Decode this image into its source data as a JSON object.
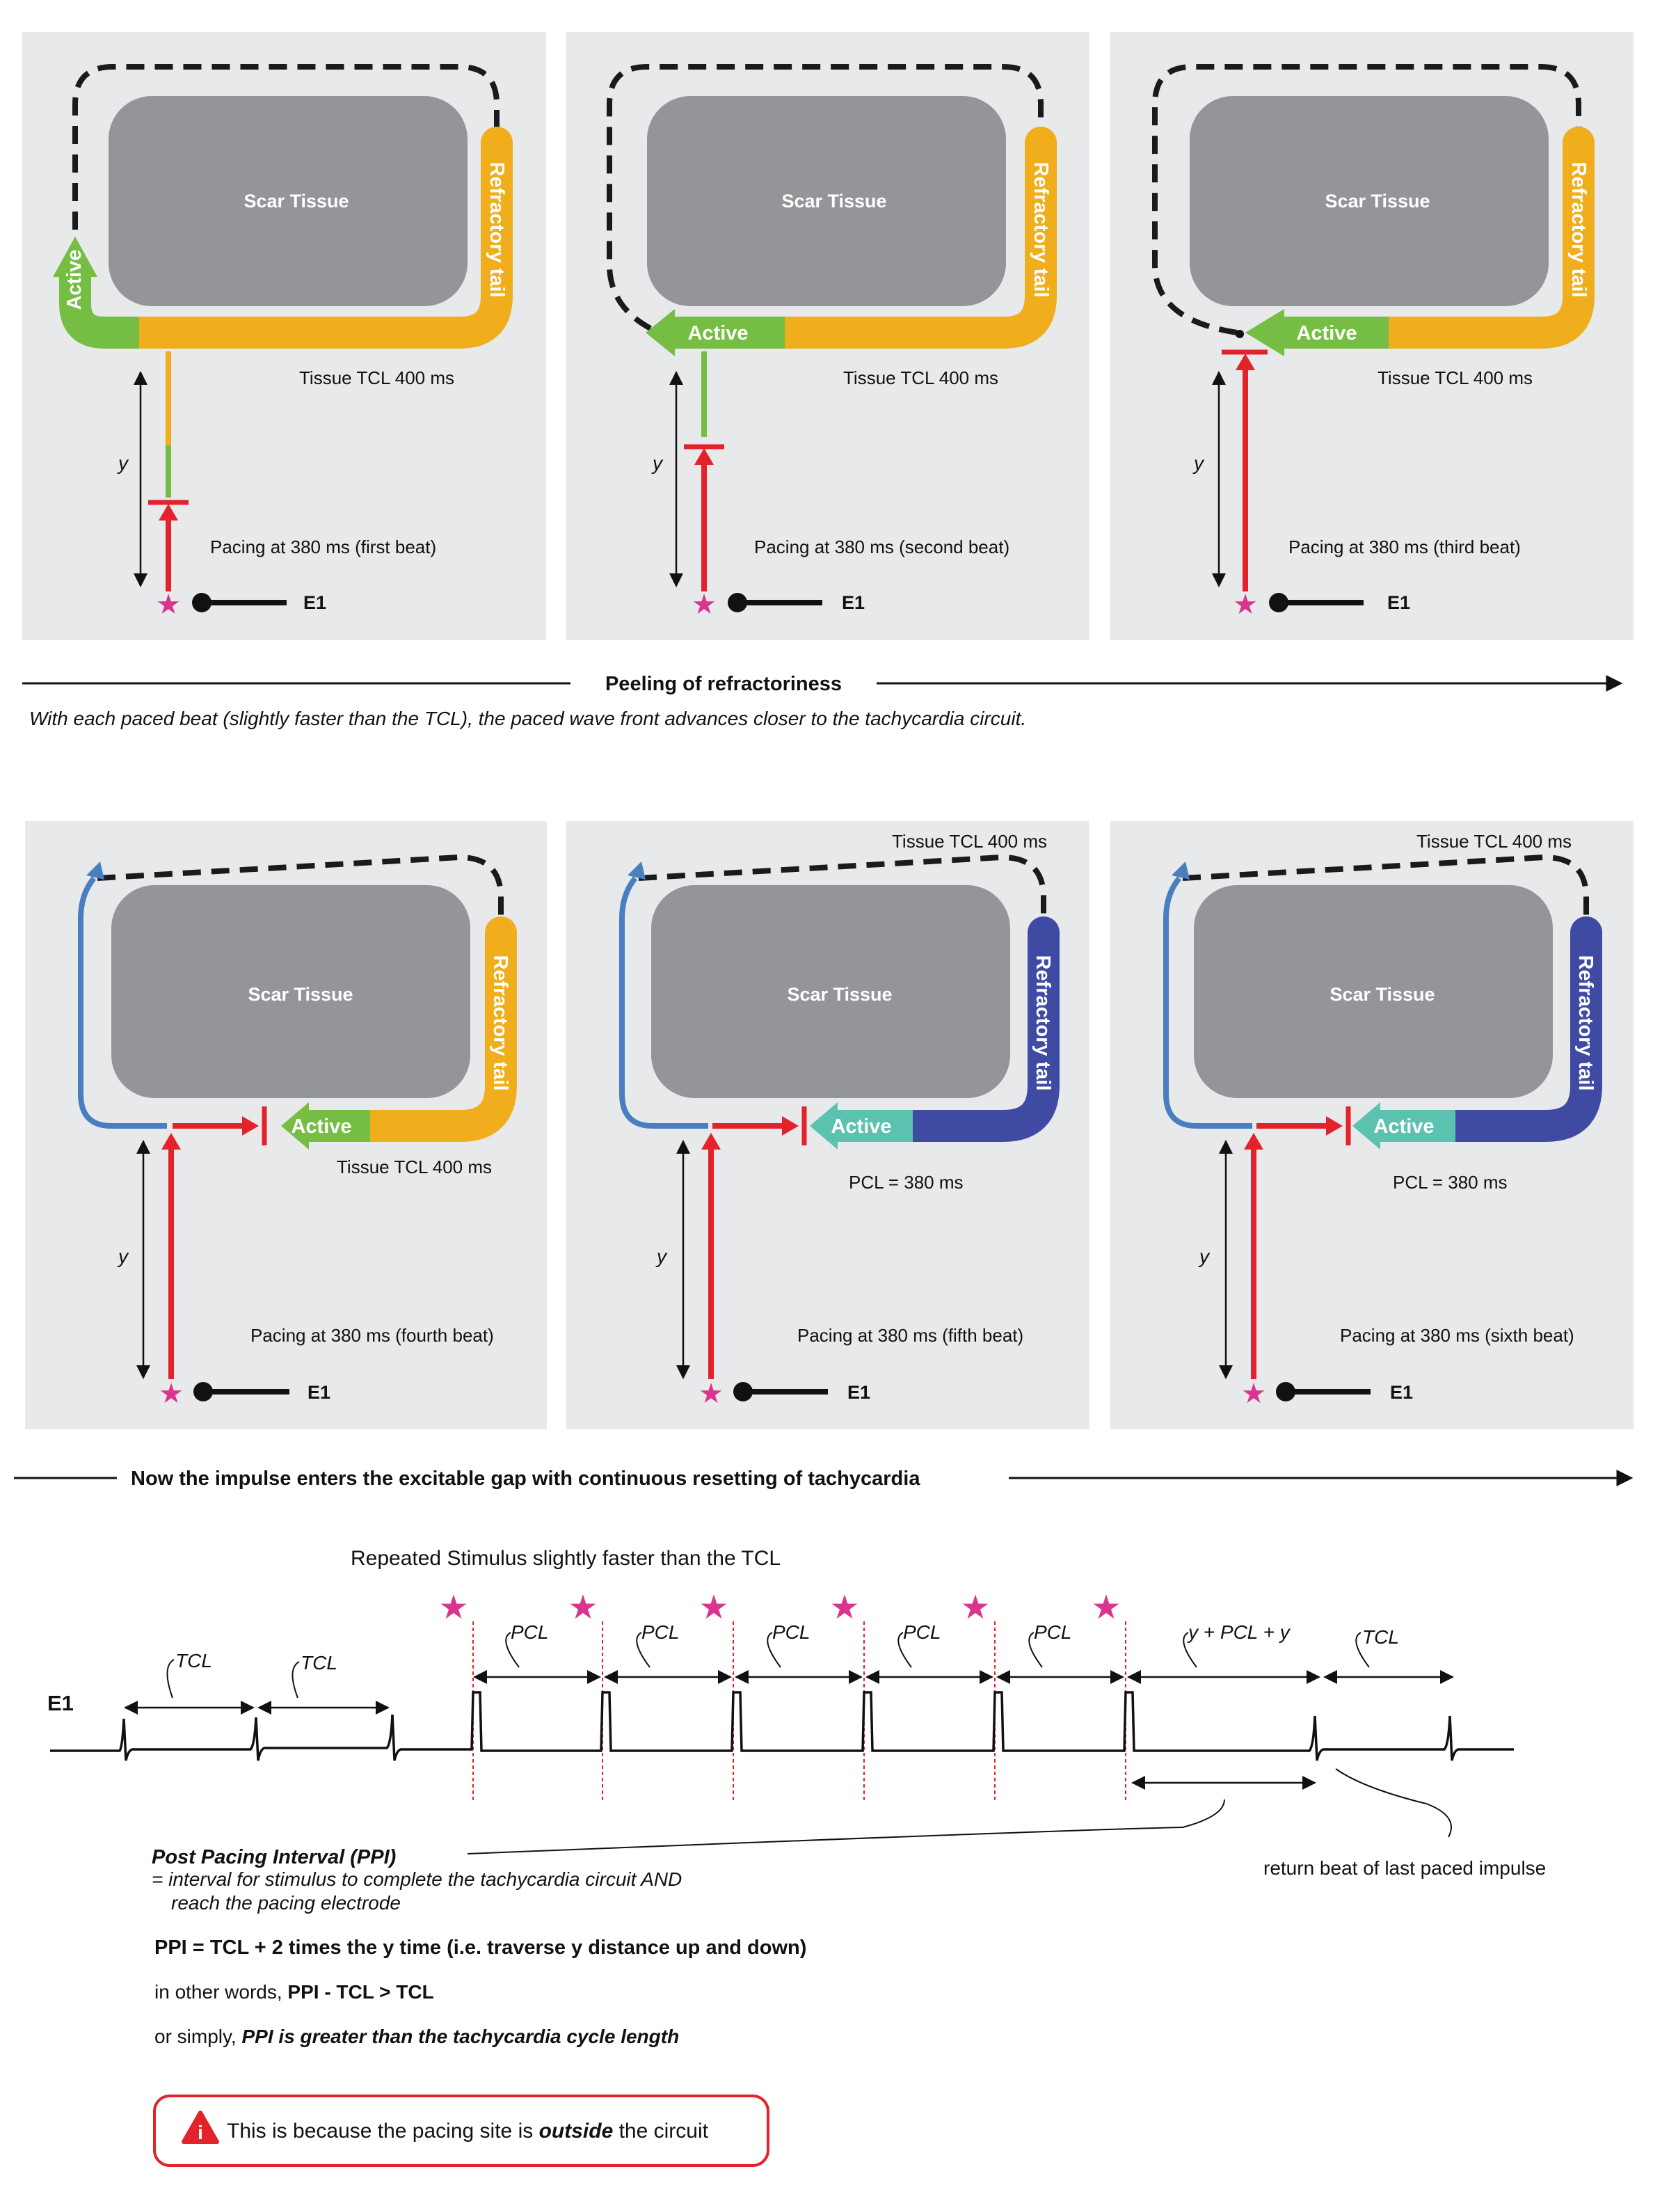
{
  "top_panels": [
    {
      "scar": "Scar Tissue",
      "active": "Active",
      "tail": "Refractory tail",
      "tcl": "Tissue TCL 400 ms",
      "y": "y",
      "pacing": "Pacing at 380 ms (first beat)",
      "e1": "E1"
    },
    {
      "scar": "Scar Tissue",
      "active": "Active",
      "tail": "Refractory tail",
      "tcl": "Tissue TCL 400 ms",
      "y": "y",
      "pacing": "Pacing at 380 ms (second beat)",
      "e1": "E1"
    },
    {
      "scar": "Scar Tissue",
      "active": "Active",
      "tail": "Refractory tail",
      "tcl": "Tissue TCL 400 ms",
      "y": "y",
      "pacing": "Pacing at 380 ms (third beat)",
      "e1": "E1"
    }
  ],
  "peeling": {
    "title": "Peeling of refractoriness",
    "caption": "With each paced beat (slightly faster than the TCL), the paced wave front advances closer to the tachycardia circuit."
  },
  "bottom_panels": [
    {
      "scar": "Scar Tissue",
      "active": "Active",
      "tail": "Refractory tail",
      "tcl": "Tissue TCL 400 ms",
      "y": "y",
      "pacing": "Pacing at 380 ms (fourth beat)",
      "e1": "E1"
    },
    {
      "scar": "Scar Tissue",
      "active": "Active",
      "tail": "Refractory tail",
      "tcl": "Tissue TCL 400 ms",
      "pcl": "PCL = 380 ms",
      "y": "y",
      "pacing": "Pacing at 380 ms (fifth beat)",
      "e1": "E1"
    },
    {
      "scar": "Scar Tissue",
      "active": "Active",
      "tail": "Refractory tail",
      "tcl": "Tissue TCL 400 ms",
      "pcl": "PCL = 380 ms",
      "y": "y",
      "pacing": "Pacing at 380 ms (sixth beat)",
      "e1": "E1"
    }
  ],
  "gap_title": "Now the impulse enters the excitable gap with continuous resetting of tachycardia",
  "trace": {
    "heading": "Repeated Stimulus slightly faster than the TCL",
    "lead": "E1",
    "tcl": "TCL",
    "pcl": "PCL",
    "sum": "y + PCL + y",
    "return_beat": "return beat of last paced impulse"
  },
  "ppi": {
    "title": "Post Pacing Interval (PPI)",
    "def1": "= interval for stimulus to complete the tachycardia circuit AND",
    "def2": "reach the pacing electrode",
    "formula": "PPI = TCL + 2 times the y time (i.e. traverse y distance up and down)",
    "other_prefix": "in other words, ",
    "other_bold": "PPI - TCL > TCL",
    "simply_prefix": "or simply, ",
    "simply_bold": "PPI is greater than the tachycardia cycle length"
  },
  "note": {
    "pre": "This is because the pacing site is ",
    "em": "outside",
    "post": " the circuit"
  },
  "colors": {
    "panel_bg": "#e7e9ea",
    "scar": "#939598",
    "refractory": "#f0ad1c",
    "active_green": "#76bd43",
    "active_teal": "#5cc2b0",
    "tail_blue": "#3f4ba3",
    "path_blue": "#4a7ec0",
    "pacing_red": "#e3232b",
    "star": "#d9358f",
    "dash": "#1a1a1a"
  }
}
